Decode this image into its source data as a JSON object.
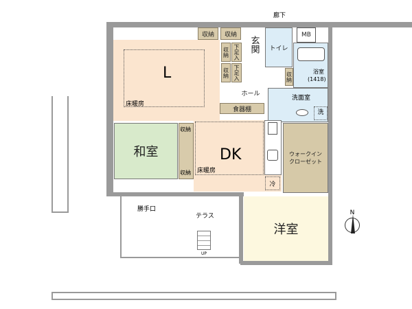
{
  "labels": {
    "corridor": "廊下",
    "mb": "MB",
    "storage": "収納",
    "shoe": "下足入",
    "entrance": "玄関",
    "toilet": "トイレ",
    "bath": "浴室",
    "bath_size": "(1418)",
    "hall": "ホール",
    "washroom": "洗面室",
    "cupboard": "食器棚",
    "living": "L",
    "floor_heating": "床暖房",
    "japanese_room": "和室",
    "dk": "DK",
    "fridge": "冷",
    "walk_in_closet": "ウォークイン\nクローゼット",
    "western_room": "洋室",
    "service_entrance": "勝手口",
    "terrace": "テラス",
    "up": "UP",
    "washer": "洗",
    "north": "N"
  },
  "colors": {
    "living": "#fbe5cf",
    "japanese_room": "#d8eacb",
    "storage": "#d8cbab",
    "wet_area": "#dcedf7",
    "western_room": "#fdf8df"
  }
}
